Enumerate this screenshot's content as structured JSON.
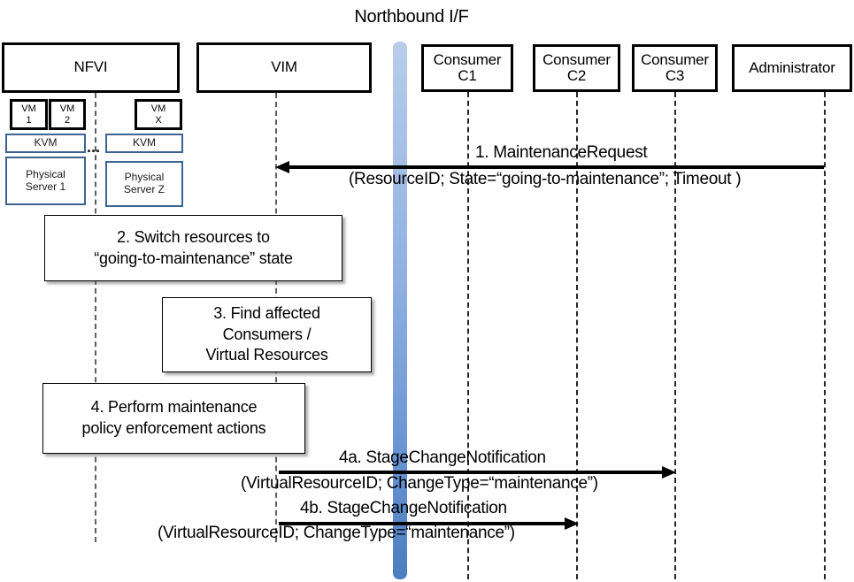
{
  "diagram": {
    "title": "Northbound I/F",
    "type": "uml-sequence-diagram"
  },
  "actors": [
    {
      "id": "nfvi",
      "label": "NFVI"
    },
    {
      "id": "vim",
      "label": "VIM"
    },
    {
      "id": "c1",
      "label": "Consumer\nC1",
      "line1": "Consumer",
      "line2": "C1"
    },
    {
      "id": "c2",
      "label": "Consumer\nC2",
      "line1": "Consumer",
      "line2": "C2"
    },
    {
      "id": "c3",
      "label": "Consumer\nC3",
      "line1": "Consumer",
      "line2": "C3"
    },
    {
      "id": "admin",
      "label": "Administrator"
    }
  ],
  "nfvi_stack": {
    "vms": [
      {
        "line1": "VM",
        "line2": "1"
      },
      {
        "line1": "VM",
        "line2": "2"
      },
      {
        "line1": "VM",
        "line2": "X"
      }
    ],
    "hypervisors": [
      {
        "label": "KVM"
      },
      {
        "label": "KVM"
      }
    ],
    "servers": [
      {
        "line1": "Physical",
        "line2": "Server 1"
      },
      {
        "line1": "Physical",
        "line2": "Server Z"
      }
    ],
    "ellipsis": "..."
  },
  "action_boxes": [
    {
      "id": "step2",
      "line1": "2. Switch resources to",
      "line2": "“going-to-maintenance” state"
    },
    {
      "id": "step3",
      "line1": "3. Find affected",
      "line2": "Consumers /",
      "line3": "Virtual Resources"
    },
    {
      "id": "step4",
      "line1": "4. Perform maintenance",
      "line2": "policy enforcement actions"
    }
  ],
  "messages": [
    {
      "id": "msg1",
      "title": "1.   MaintenanceRequest",
      "params": "(ResourceID; State=“going-to-maintenance”; Timeout )",
      "from": "admin",
      "to": "vim",
      "direction": "left"
    },
    {
      "id": "msg4a",
      "title": "4a. StageChangeNotification",
      "params": "(VirtualResourceID; ChangeType=“maintenance”)",
      "from": "vim",
      "to": "c3",
      "direction": "right"
    },
    {
      "id": "msg4b",
      "title": "4b. StageChangeNotification",
      "params": "(VirtualResourceID; ChangeType=“maintenance”)",
      "from": "vim",
      "to": "c2",
      "direction": "right"
    }
  ],
  "colors": {
    "northbound_bar_top": "#b8cdea",
    "northbound_bar_bottom": "#4a7ebf",
    "blue_box_border": "#3d6490",
    "actor_border": "#000000",
    "lifeline": "#5f5f5f"
  }
}
